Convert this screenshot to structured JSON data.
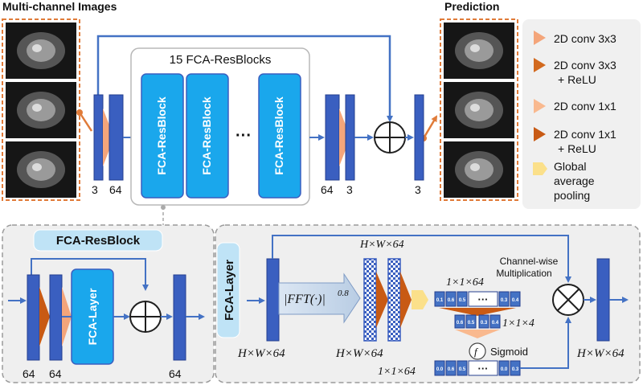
{
  "titles": {
    "inputs": "Multi-channel Images",
    "prediction": "Prediction",
    "resblocks": "15 FCA-ResBlocks",
    "fca_resblock": "FCA-ResBlock",
    "fca_layer_side": "FCA-Layer"
  },
  "top": {
    "block_label": "FCA-ResBlock",
    "ellipsis": "···",
    "ch_in": "3",
    "ch_64_a": "64",
    "ch_64_b": "64",
    "ch_3_b": "3",
    "ch_3_out": "3"
  },
  "legend": [
    {
      "label": "2D conv 3x3",
      "color": "#f4a57a"
    },
    {
      "label": "2D conv 3x3\n+ ReLU",
      "color": "#d2691e"
    },
    {
      "label": "2D conv 1x1",
      "color": "#f9b98f"
    },
    {
      "label": "2D conv 1x1\n+ ReLU",
      "color": "#c85a14"
    },
    {
      "label": "Global\naverage\npooling",
      "color": "#fbe08a"
    }
  ],
  "resblock_detail": {
    "inner_label": "FCA-Layer",
    "ch1": "64",
    "ch2": "64",
    "ch3": "64"
  },
  "fca_layer": {
    "fft_label": "|FFT(·)|",
    "fft_exp": "0.8",
    "dim_in": "H×W×64",
    "dim_top": "H×W×64",
    "dim_mid": "H×W×64",
    "dim_out": "H×W×64",
    "vec_top_dim": "1×1×64",
    "vec_mid_dim": "1×1×4",
    "vec_bot_dim": "1×1×64",
    "sigmoid_symbol": "f",
    "sigmoid_label": "Sigmoid",
    "multiplication_label": "Channel-wise\nMultiplication",
    "vec_top_cells": [
      "0.1",
      "0.6",
      "0.5",
      "···",
      "0.3",
      "0.4"
    ],
    "vec_mid_cells": [
      "0.6",
      "0.5",
      "0.3",
      "0.4"
    ],
    "vec_bot_cells": [
      "0.0",
      "0.6",
      "0.5",
      "···",
      "0.0",
      "0.3"
    ]
  },
  "colors": {
    "arrow": "#4472c4",
    "bar": "#3a5fc0",
    "block": "#1aa7ec",
    "panel_bg": "#efefef",
    "legend_bg": "#f0f0f0"
  }
}
